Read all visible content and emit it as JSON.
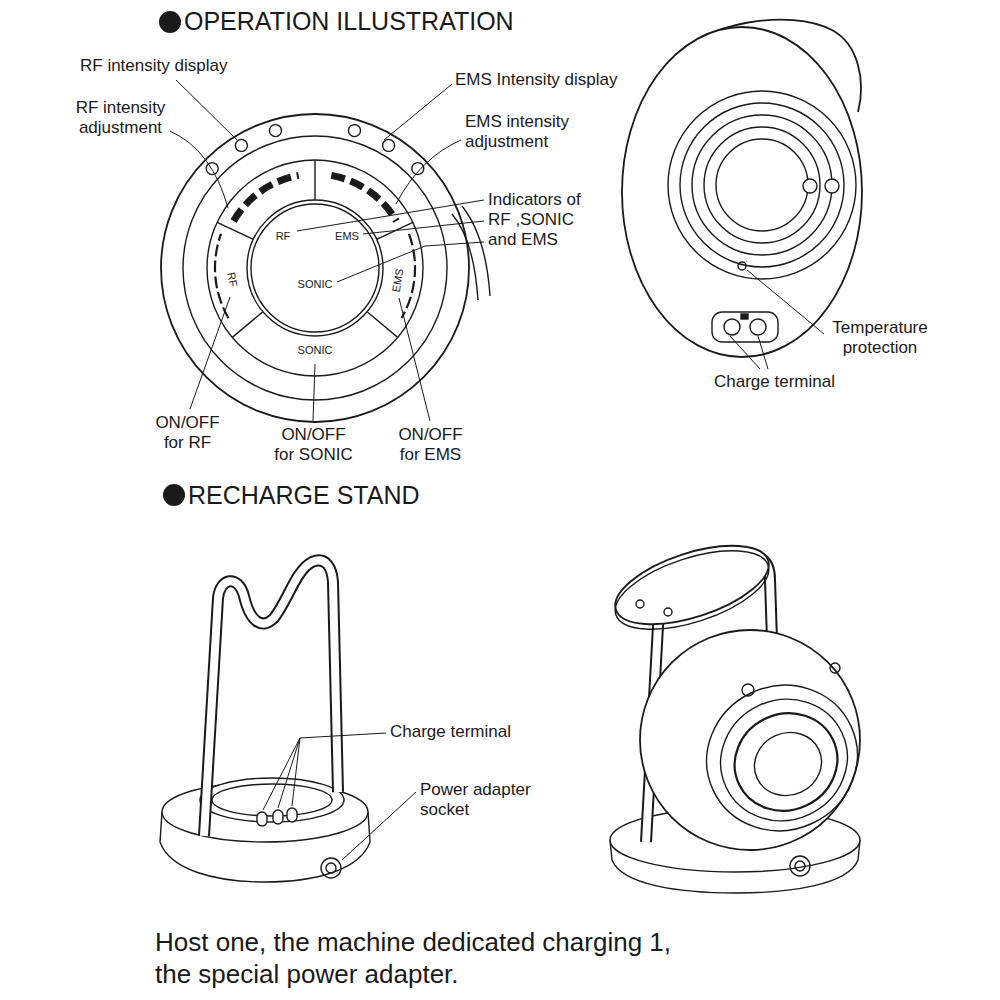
{
  "diagram": {
    "caption": "Host one, the machine dedicated charging 1, the special power adapter.",
    "labels": [
      "OPERATION ILLUSTRATION",
      "RF intensity display",
      "RF intensity adjustment",
      "EMS Intensity display",
      "EMS intensity adjustment",
      "Indicators of RF ,SONIC and EMS",
      "RF",
      "EMS",
      "SONIC",
      "RF",
      "SONIC",
      "EMS",
      "ON/OFF for RF",
      "ON/OFF for SONIC",
      "ON/OFF for EMS",
      "Temperature protection",
      "Charge terminal",
      "RECHARGE STAND",
      "Charge terminal",
      "Power adapter socket"
    ]
  }
}
